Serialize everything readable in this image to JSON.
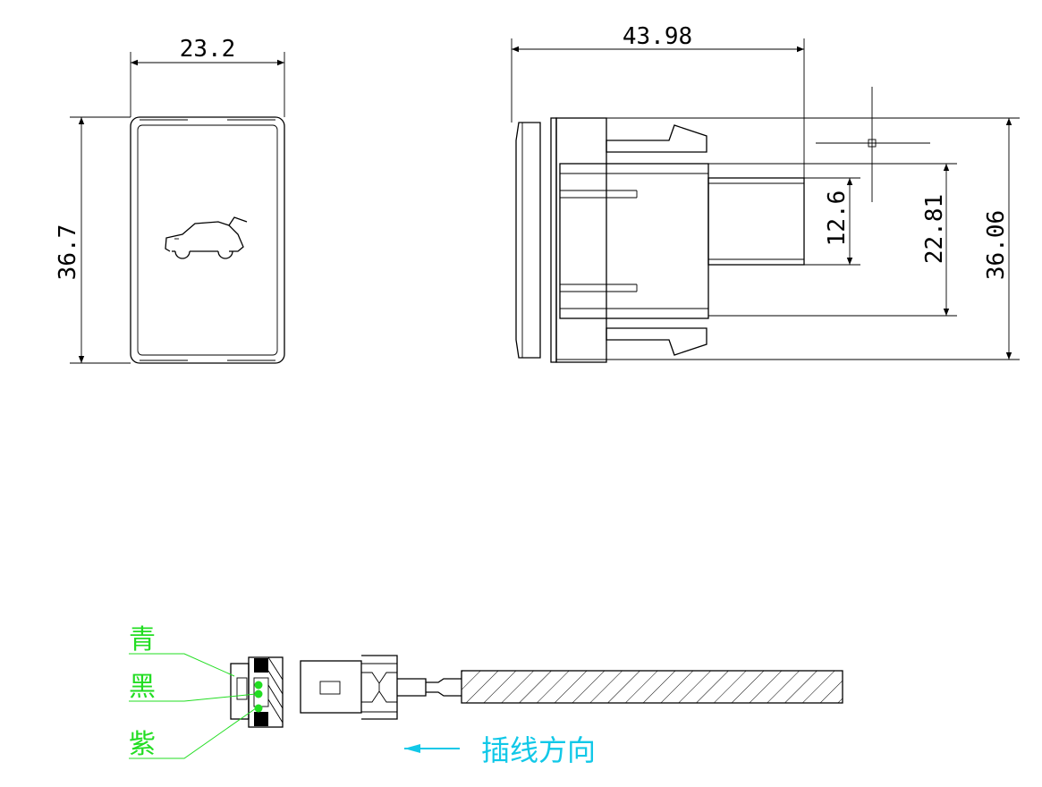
{
  "dimensions": {
    "front_width": "23.2",
    "front_height": "36.7",
    "side_depth": "43.98",
    "side_inner_small": "12.6",
    "side_inner": "22.81",
    "side_height": "36.06"
  },
  "wires": {
    "cyan_label": "青",
    "black_label": "黑",
    "purple_label": "紫"
  },
  "insert_direction": "插线方向",
  "colors": {
    "line": "#000000",
    "wire_label": "#22dd22",
    "direction_label": "#11c8e8"
  },
  "icons": {
    "front_symbol": "car-tailgate-icon"
  }
}
